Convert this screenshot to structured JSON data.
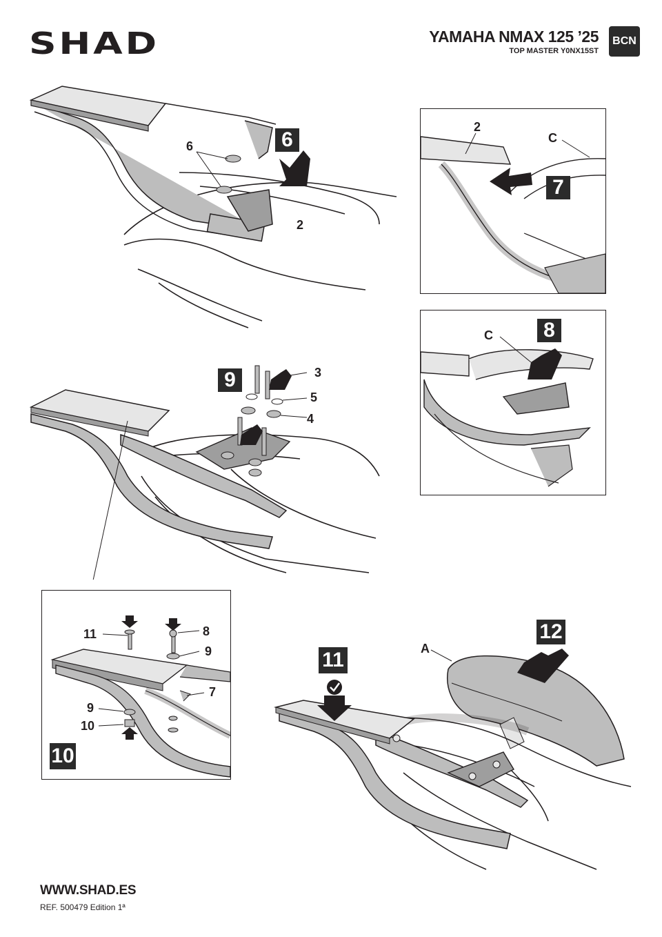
{
  "header": {
    "brand": "SHAD",
    "model": "YAMAHA NMAX 125 ’25",
    "product_ref": "TOP MASTER Y0NX15ST",
    "badge": "BCN"
  },
  "footer": {
    "url": "WWW.SHAD.ES",
    "reference": "REF. 500479 Edition 1ª"
  },
  "steps": {
    "s6": "6",
    "s7": "7",
    "s8": "8",
    "s9": "9",
    "s10": "10",
    "s11": "11",
    "s12": "12"
  },
  "labels": {
    "p6_part": "6",
    "p6_plate": "2",
    "p7_plate": "2",
    "p7_c": "C",
    "p8_c": "C",
    "p9_bolt": "3",
    "p9_washer5": "5",
    "p9_washer4": "4",
    "p10_bolt11": "11",
    "p10_bolt8": "8",
    "p10_washer9a": "9",
    "p10_part7": "7",
    "p10_washer9b": "9",
    "p10_nut10": "10",
    "p12_a": "A"
  },
  "colors": {
    "ink": "#231f20",
    "badge_bg": "#2b2b2b",
    "fill_gray": "#bdbdbd",
    "fill_light": "#e6e6e6"
  },
  "icons": {
    "check": "check-circle-icon",
    "arrow": "arrow-down-icon"
  }
}
